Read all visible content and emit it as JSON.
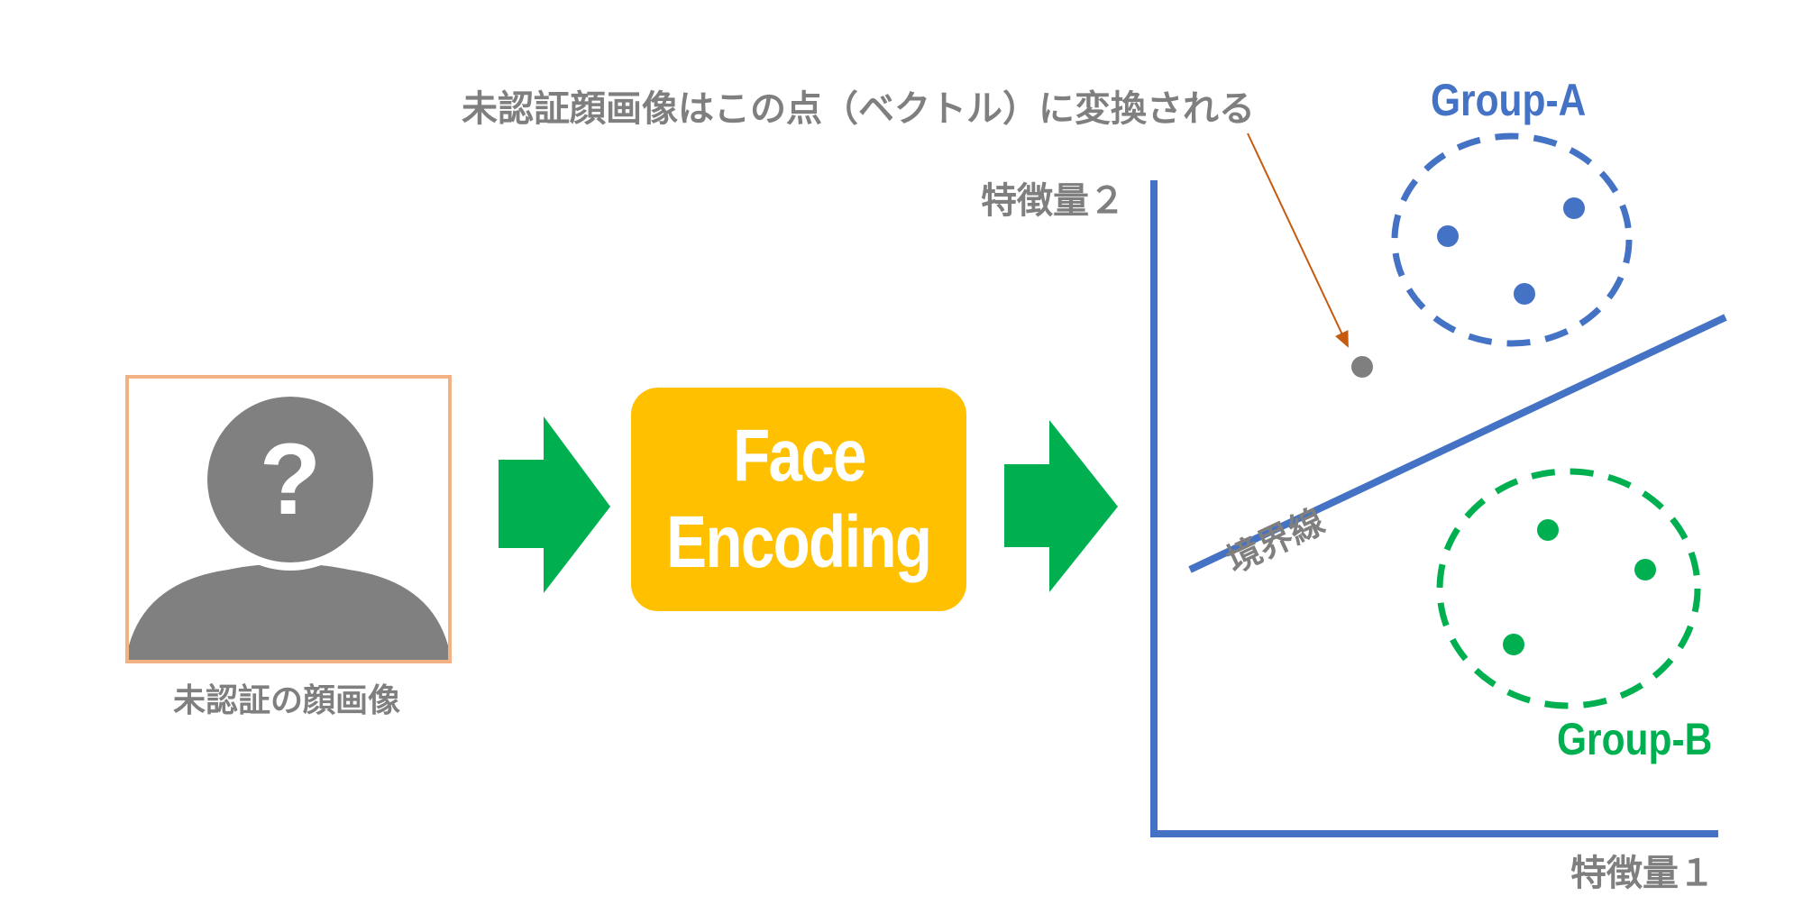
{
  "face_image": {
    "caption": "未認証の顔画像",
    "glyph": "?",
    "icon": "unknown-person-icon"
  },
  "encoder": {
    "line1": "Face",
    "line2": "Encoding"
  },
  "plot": {
    "annotation": "未認証顔画像はこの点（ベクトル）に変換される",
    "y_axis_label": "特徴量２",
    "x_axis_label": "特徴量１",
    "boundary_label": "境界線",
    "group_a_label": "Group-A",
    "group_b_label": "Group-B"
  },
  "colors": {
    "frame": "#F4B183",
    "person": "#808080",
    "arrow": "#00B050",
    "encoder_box": "#FFC000",
    "axis": "#4472C4",
    "group_a": "#4472C4",
    "group_b": "#00B050",
    "query_point": "#7F7F7F",
    "annotation_arrow": "#C55A11",
    "label_text": "#7F7F7F"
  }
}
